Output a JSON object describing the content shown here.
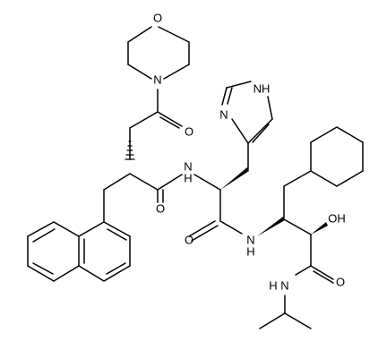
{
  "atoms": {
    "morpholine_o": "O",
    "morpholine_n": "N",
    "ketone_o": "O",
    "amide1_nh": "N",
    "amide1_h": "H",
    "amide1_o": "O",
    "imidazole_nh": "NH",
    "imidazole_n": "N",
    "amide2_o": "O",
    "amide2_n": "N",
    "amide2_h": "H",
    "hydroxyl": "OH",
    "amide3_o": "O",
    "amide3_nh": "N",
    "amide3_h": "H"
  }
}
